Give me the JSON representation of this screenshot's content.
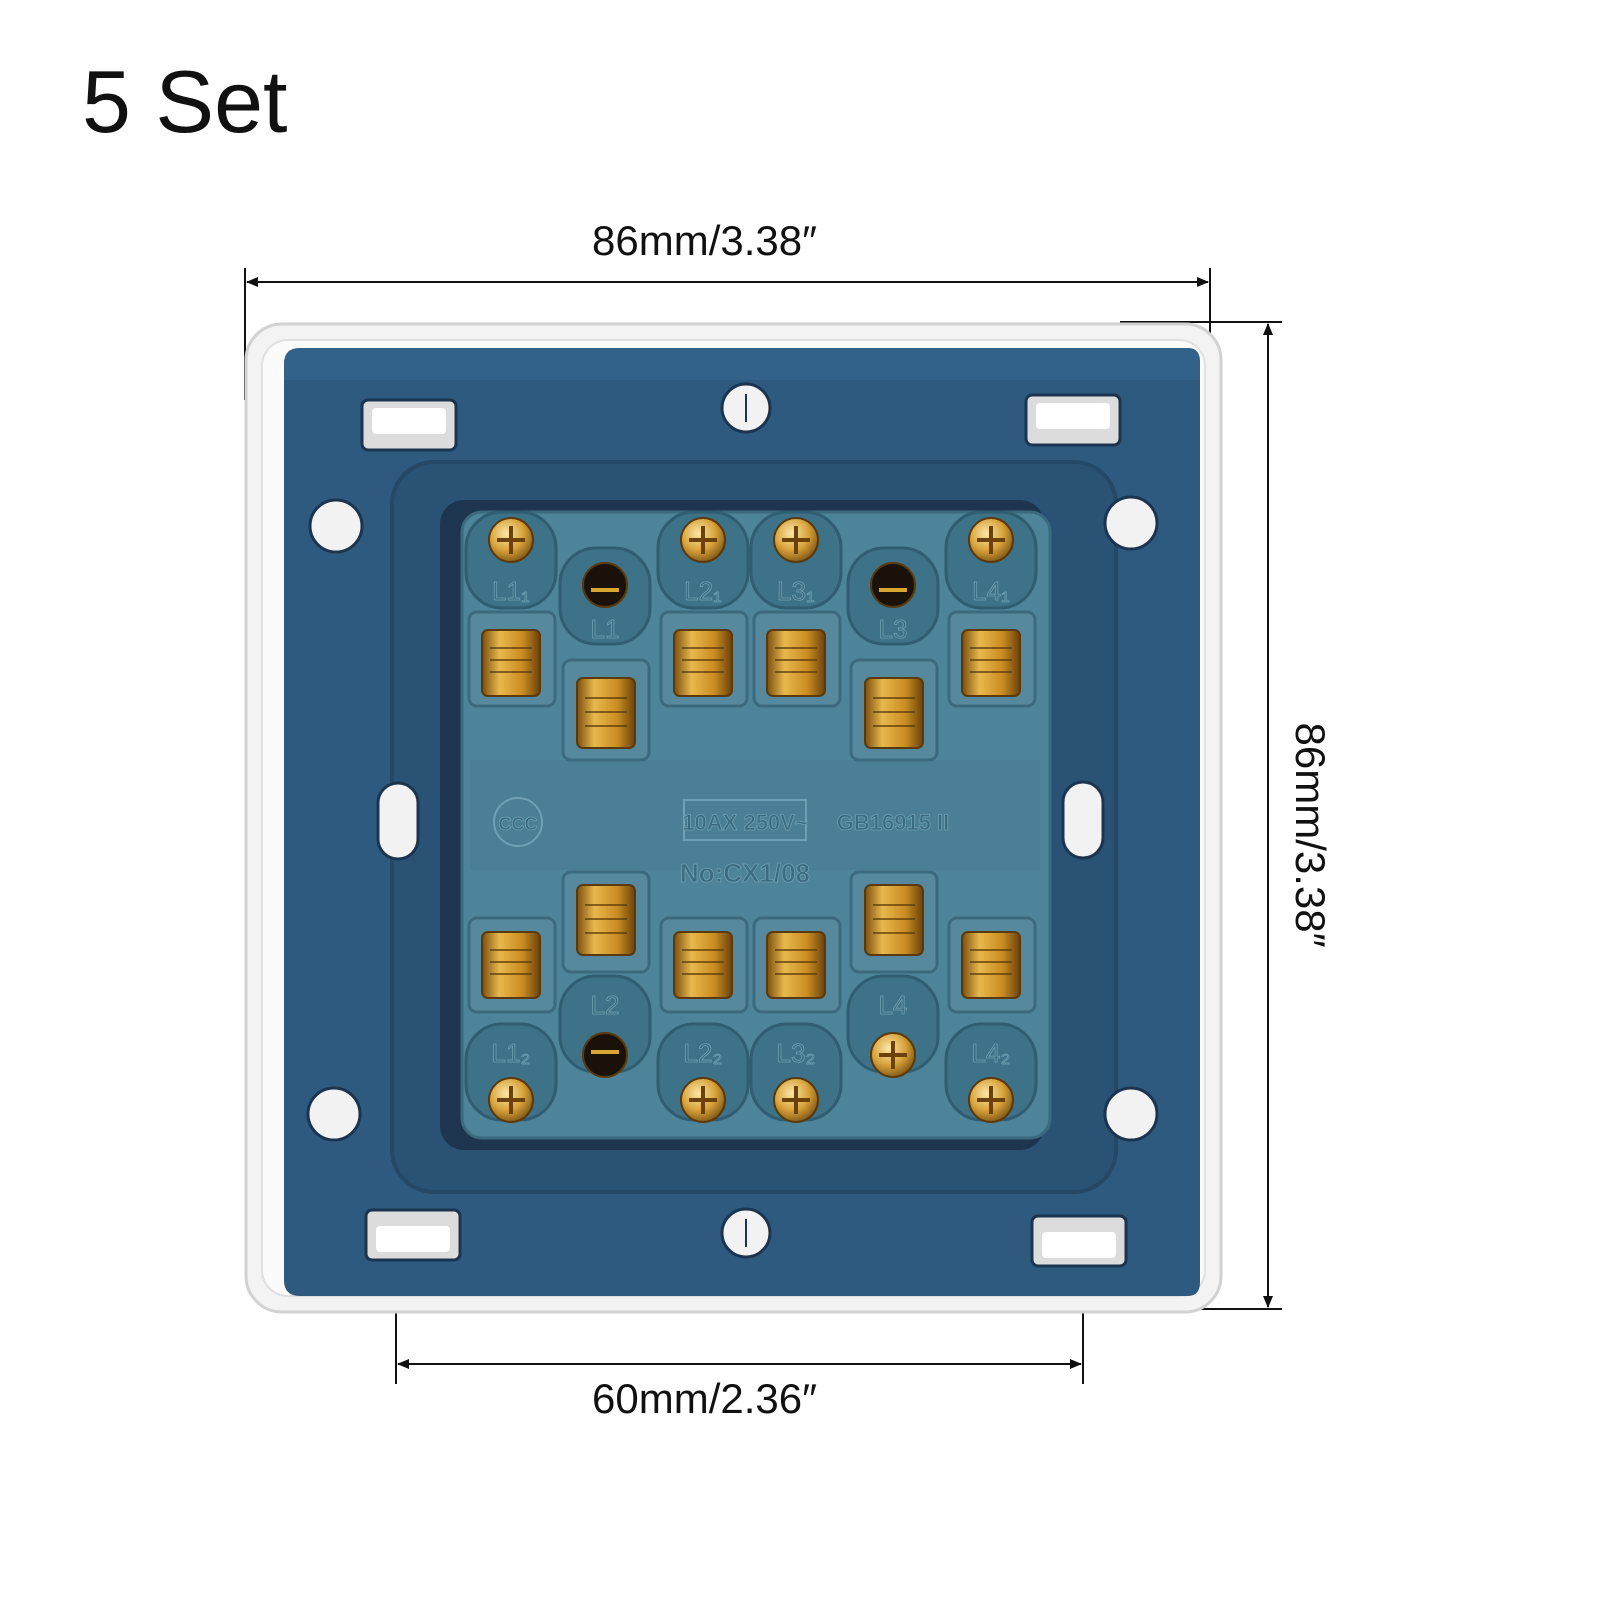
{
  "title": "5 Set",
  "dimensions": {
    "width": "86mm/3.38″",
    "height": "86mm/3.38″",
    "module_width": "60mm/2.36″"
  },
  "terminals": {
    "top_upper": [
      "L1₁",
      "L2₁",
      "L3₁",
      "L4₁"
    ],
    "top_lower": [
      "L1",
      "L3"
    ],
    "bottom_upper": [
      "L2",
      "L4"
    ],
    "bottom_lower": [
      "L1₂",
      "L2₂",
      "L3₂",
      "L4₂"
    ]
  },
  "rating": "10AX 250V~",
  "standard": "GB16915 II",
  "model": "No:CX1/08",
  "certification_mark": "CCC",
  "colors": {
    "mounting_plate": "#2e5a80",
    "switch_module": "#4e8499",
    "frame": "#f3f3f3",
    "brass": "#d9a530"
  }
}
